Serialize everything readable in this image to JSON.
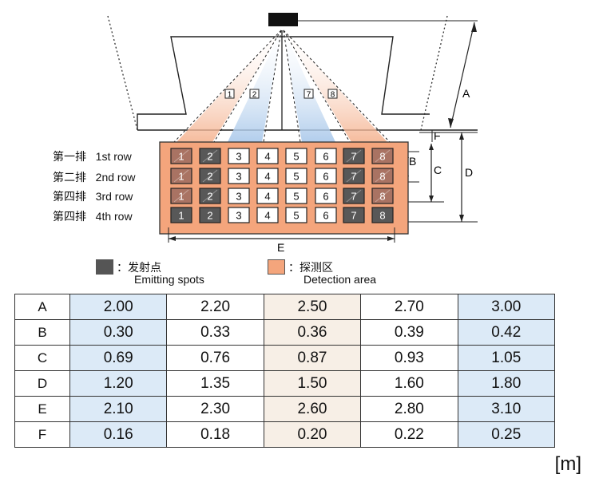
{
  "row_labels": [
    {
      "cn": "第一排",
      "en": "1st row"
    },
    {
      "cn": "第二排",
      "en": "2nd row"
    },
    {
      "cn": "第四排",
      "en": "3rd row"
    },
    {
      "cn": "第四排",
      "en": "4th row"
    }
  ],
  "spots": [
    "1",
    "2",
    "3",
    "4",
    "5",
    "6",
    "7",
    "8"
  ],
  "sensor_labels": [
    "1",
    "2",
    "7",
    "8"
  ],
  "dimension_letters": {
    "A": "A",
    "B": "B",
    "C": "C",
    "D": "D",
    "E": "E",
    "F": "F"
  },
  "legend": {
    "emitting": {
      "cn": "：发射点",
      "en": "Emitting spots",
      "color": "#555555"
    },
    "detection": {
      "cn": "：探测区",
      "en": "Detection area",
      "color": "#f4a57c"
    }
  },
  "colors": {
    "detection_area": "#f4a57c",
    "beam_orange": "#f5c2a8",
    "beam_blue": "#b9d3ee",
    "spot_dark": "#585858",
    "spot_brown": "#a97363",
    "table_blue": "#dceaf7",
    "table_cream": "#f7efe6"
  },
  "table": {
    "rows": [
      {
        "label": "A",
        "values": [
          "2.00",
          "2.20",
          "2.50",
          "2.70",
          "3.00"
        ]
      },
      {
        "label": "B",
        "values": [
          "0.30",
          "0.33",
          "0.36",
          "0.39",
          "0.42"
        ]
      },
      {
        "label": "C",
        "values": [
          "0.69",
          "0.76",
          "0.87",
          "0.93",
          "1.05"
        ]
      },
      {
        "label": "D",
        "values": [
          "1.20",
          "1.35",
          "1.50",
          "1.60",
          "1.80"
        ]
      },
      {
        "label": "E",
        "values": [
          "2.10",
          "2.30",
          "2.60",
          "2.80",
          "3.10"
        ]
      },
      {
        "label": "F",
        "values": [
          "0.16",
          "0.18",
          "0.20",
          "0.22",
          "0.25"
        ]
      }
    ]
  },
  "unit": "[m]"
}
